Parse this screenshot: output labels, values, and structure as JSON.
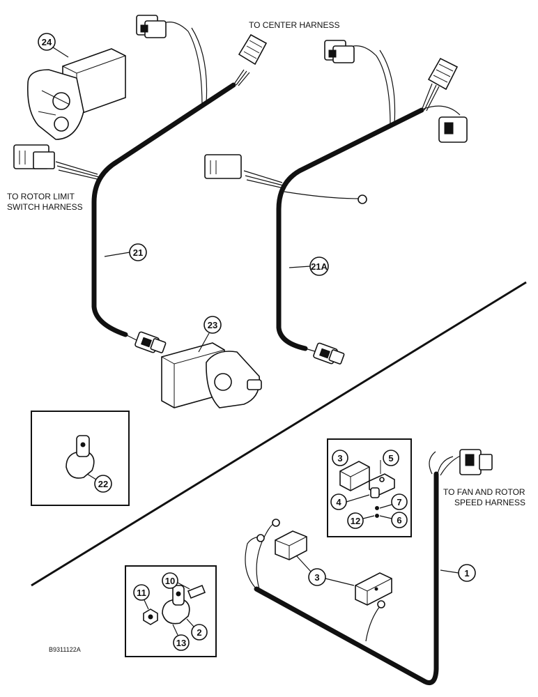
{
  "labels": {
    "to_center_harness": "TO CENTER HARNESS",
    "to_rotor_limit_line1": "TO ROTOR LIMIT",
    "to_rotor_limit_line2": "SWITCH HARNESS",
    "to_fan_line1": "TO FAN AND ROTOR",
    "to_fan_line2": "SPEED HARNESS",
    "figure_code": "B9311122A"
  },
  "callouts": {
    "c24": "24",
    "c21": "21",
    "c21a": "21A",
    "c23": "23",
    "c22": "22",
    "c3a": "3",
    "c5": "5",
    "c4": "4",
    "c7": "7",
    "c12": "12",
    "c6": "6",
    "c1": "1",
    "c3b": "3",
    "c10": "10",
    "c11": "11",
    "c13": "13",
    "c2": "2"
  }
}
